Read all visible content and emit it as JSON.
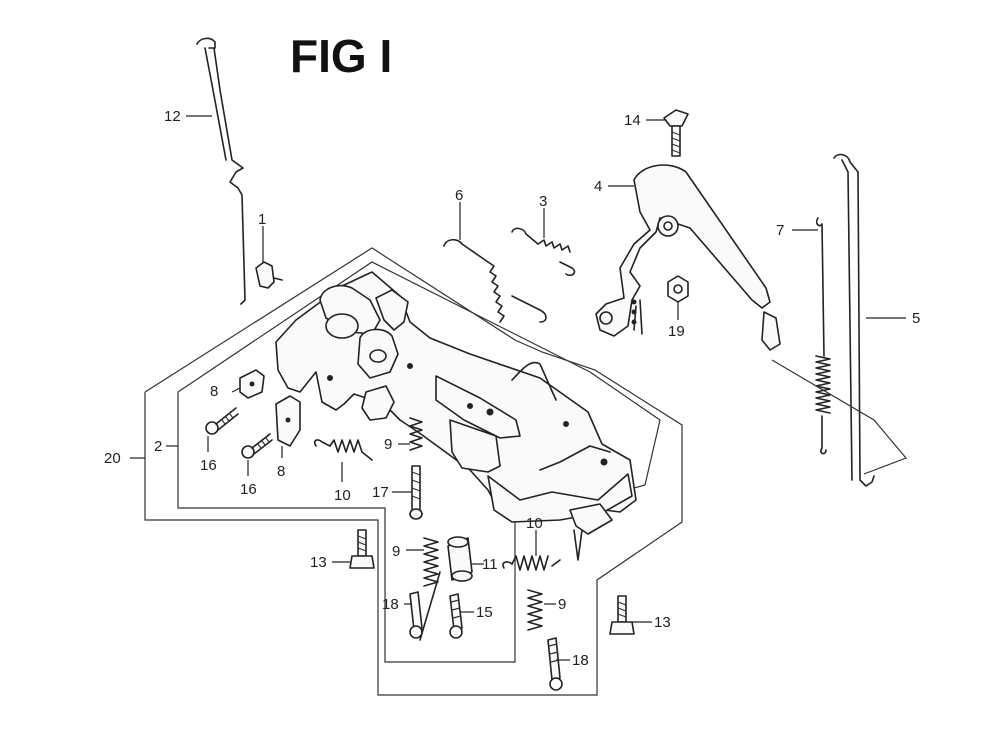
{
  "figure": {
    "title": "FIG I"
  },
  "callouts": {
    "c1": "1",
    "c2": "2",
    "c3": "3",
    "c4": "4",
    "c5": "5",
    "c6": "6",
    "c7": "7",
    "c8a": "8",
    "c8b": "8",
    "c9a": "9",
    "c9b": "9",
    "c9c": "9",
    "c10a": "10",
    "c10b": "10",
    "c11": "11",
    "c12": "12",
    "c13a": "13",
    "c13b": "13",
    "c14": "14",
    "c15": "15",
    "c16a": "16",
    "c16b": "16",
    "c17": "17",
    "c18a": "18",
    "c18b": "18",
    "c19": "19",
    "c20": "20"
  }
}
